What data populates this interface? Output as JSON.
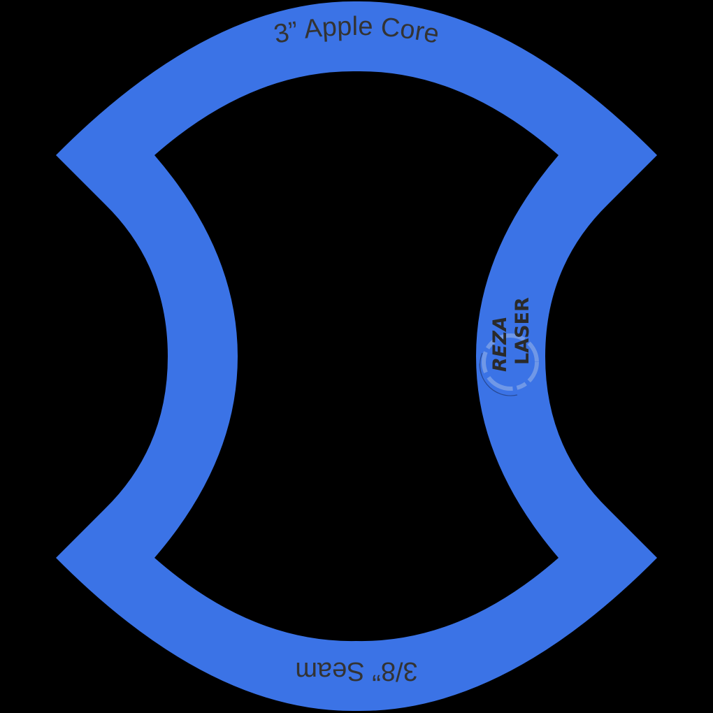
{
  "template": {
    "title": "3” Apple Core",
    "seam_label": "3⁄₈” Seam",
    "seam_fraction": "3/8",
    "seam_quote": "”",
    "seam_word": "Seam",
    "fill_color": "#3b73e6",
    "background_color": "#000000",
    "text_color": "#333333"
  },
  "logo": {
    "line1": "REZA",
    "line2": "LASER",
    "icon": "reza-laser-logo-icon"
  }
}
